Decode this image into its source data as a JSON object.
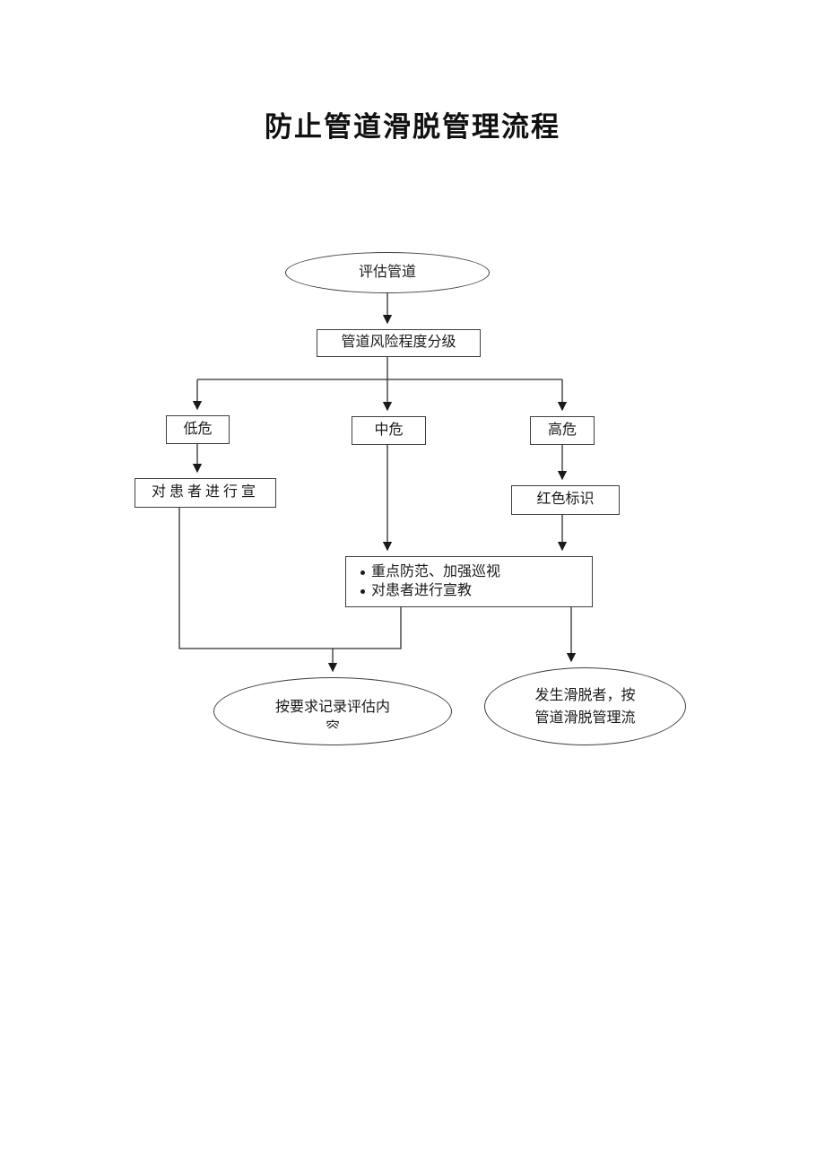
{
  "document": {
    "title": "防止管道滑脱管理流程"
  },
  "flowchart": {
    "start": {
      "label": "评估管道"
    },
    "classification": {
      "label": "管道风险程度分级"
    },
    "risk_levels": {
      "low": "低危",
      "medium": "中危",
      "high": "高危"
    },
    "education": {
      "label": "对患者进行宣"
    },
    "red_label": {
      "label": "红色标识"
    },
    "prevention": {
      "items": [
        "重点防范、加强巡视",
        "对患者进行宣教"
      ]
    },
    "record": {
      "line1": "按要求记录评估内",
      "line2": "容"
    },
    "dislodgement": {
      "line1": "发生滑脱者，按",
      "line2": "管道滑脱管理流"
    }
  }
}
